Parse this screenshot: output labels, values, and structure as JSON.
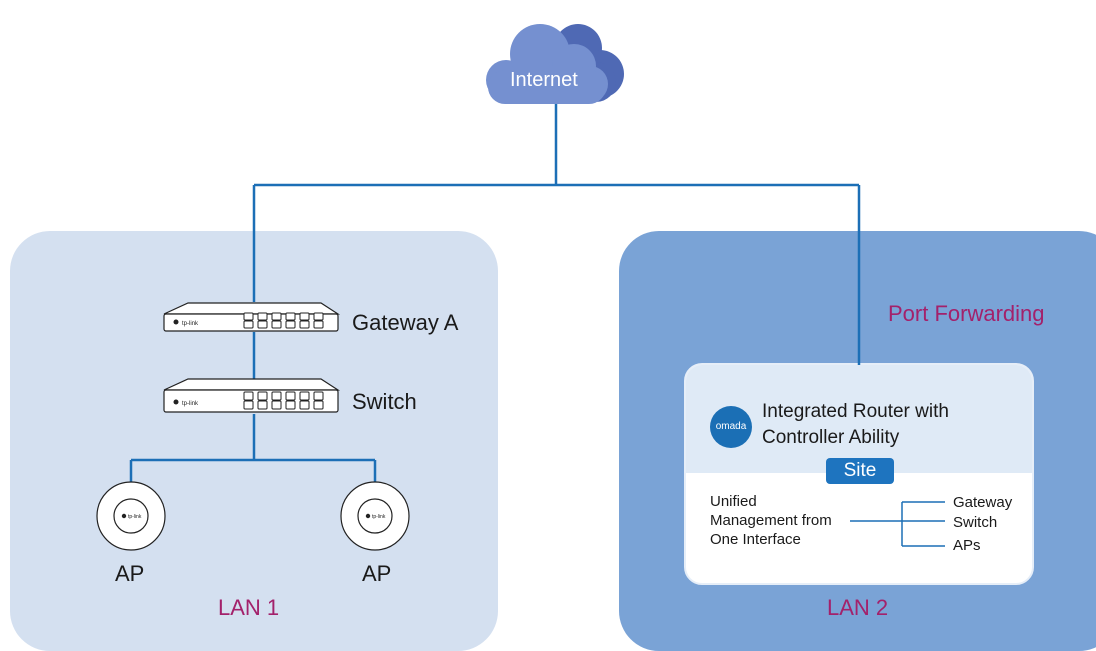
{
  "nodes": {
    "internet": "Internet",
    "gateway_a": "Gateway A",
    "switch": "Switch",
    "ap_left": "AP",
    "ap_right": "AP",
    "port_forwarding": "Port Forwarding",
    "lan1": "LAN 1",
    "lan2": "LAN 2",
    "device_brand": "tp-link"
  },
  "site_card": {
    "logo": "omada",
    "router_line1": "Integrated Router with",
    "router_line2": "Controller Ability",
    "site_label": "Site",
    "mgmt_line1": "Unified",
    "mgmt_line2": "Management from",
    "mgmt_line3": "One Interface",
    "branch_gateway": "Gateway",
    "branch_switch": "Switch",
    "branch_aps": "APs"
  },
  "colors": {
    "cloud": "#6f8fcc",
    "link_line": "#1c6fb6",
    "lan1_bg": "#d4e0f0",
    "lan2_bg": "#7aa3d6",
    "accent_text": "#a3216b",
    "site_badge": "#1e74bf"
  },
  "icons": [
    "cloud-icon",
    "router-icon",
    "switch-icon",
    "access-point-icon",
    "omada-logo-icon"
  ]
}
